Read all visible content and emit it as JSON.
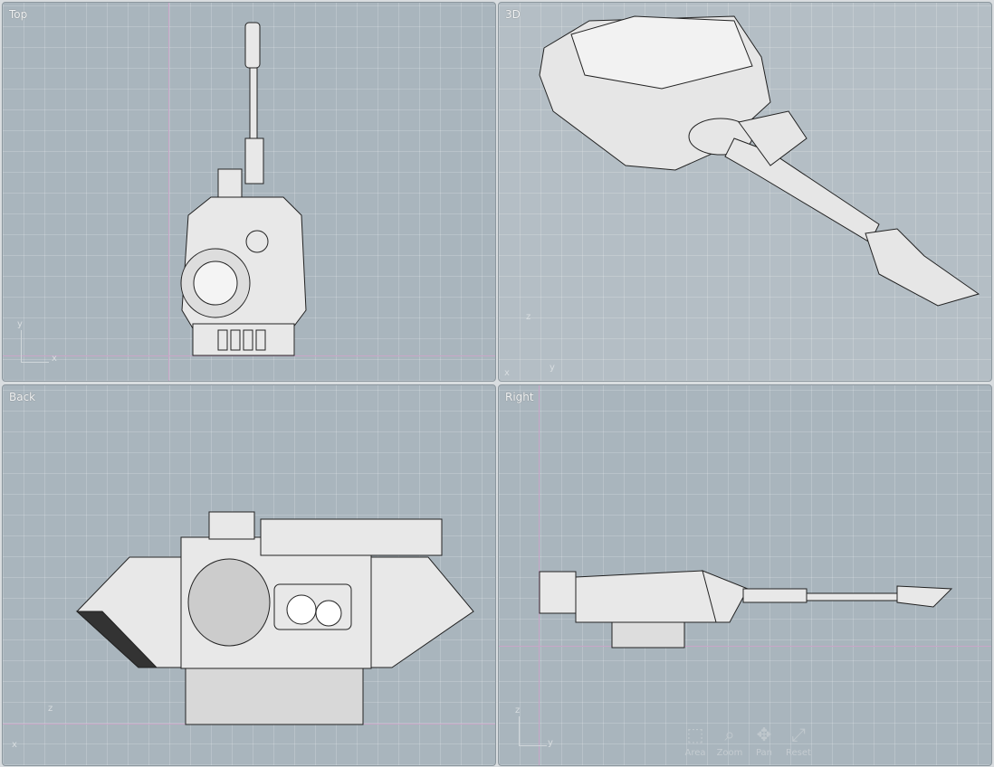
{
  "viewports": [
    {
      "title": "Top",
      "axes": [
        "y",
        "x"
      ]
    },
    {
      "title": "3D",
      "axes": [
        "z",
        "x",
        "y"
      ]
    },
    {
      "title": "Back",
      "axes": [
        "z",
        "x"
      ]
    },
    {
      "title": "Right",
      "axes": [
        "z",
        "y"
      ]
    }
  ],
  "nav": [
    {
      "label": "Area",
      "icon": "area-zoom-icon"
    },
    {
      "label": "Zoom",
      "icon": "magnifier-icon"
    },
    {
      "label": "Pan",
      "icon": "pan-arrows-icon"
    },
    {
      "label": "Reset",
      "icon": "reset-expand-icon"
    }
  ]
}
